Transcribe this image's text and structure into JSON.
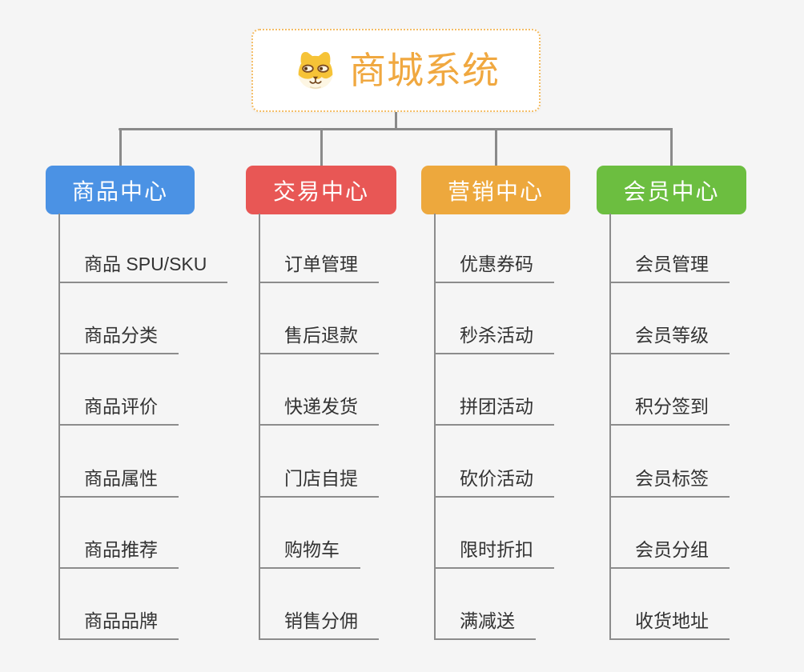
{
  "root": {
    "title": "商城系统",
    "icon": "dog-face-icon"
  },
  "branches": [
    {
      "label": "商品中心",
      "color": "#4b92e4",
      "items": [
        "商品 SPU/SKU",
        "商品分类",
        "商品评价",
        "商品属性",
        "商品推荐",
        "商品品牌"
      ]
    },
    {
      "label": "交易中心",
      "color": "#e85755",
      "items": [
        "订单管理",
        "售后退款",
        "快递发货",
        "门店自提",
        "购物车",
        "销售分佣"
      ]
    },
    {
      "label": "营销中心",
      "color": "#eda83d",
      "items": [
        "优惠券码",
        "秒杀活动",
        "拼团活动",
        "砍价活动",
        "限时折扣",
        "满减送"
      ]
    },
    {
      "label": "会员中心",
      "color": "#6cbe40",
      "items": [
        "会员管理",
        "会员等级",
        "积分签到",
        "会员标签",
        "会员分组",
        "收货地址"
      ]
    }
  ],
  "colors": {
    "background": "#f5f5f5",
    "connector": "#8a8a8a",
    "leaf_line": "#8c8c8c",
    "leaf_text": "#333333",
    "root_accent": "#f0a840",
    "root_border": "#f4bd66",
    "node_text": "#ffffff"
  }
}
